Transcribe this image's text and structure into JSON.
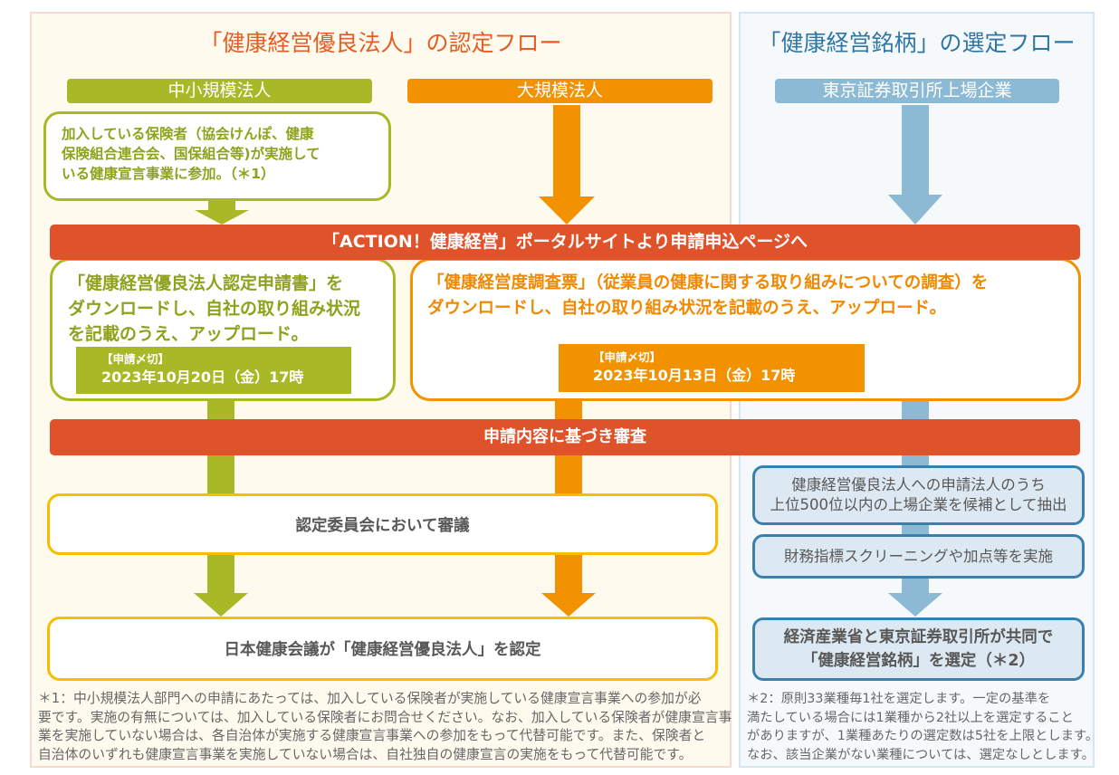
{
  "colors": {
    "green": "#a9b826",
    "green_text": "#8fa21c",
    "orange": "#f39200",
    "orange_text": "#f08800",
    "band_red": "#e0522a",
    "yellow_border": "#f7bd00",
    "blue": "#8cb9d4",
    "blue_border": "#3b80ad",
    "blue_fill": "#dde9f2",
    "blue_title": "#2e77a5",
    "left_title": "#e65c22"
  },
  "certification_flow": {
    "title": "「健康経営優良法人」の認定フロー",
    "sme": {
      "header": "中小規模法人",
      "step1_lines": [
        "加入している保険者（協会けんぽ、健康",
        "保険組合連合会、国保組合等)が実施して",
        "いる健康宣言事業に参加。（＊1）"
      ],
      "application_lines": [
        "「健康経営優良法人認定申請書」を",
        "ダウンロードし、自社の取り組み状況",
        "を記載のうえ、アップロード。"
      ],
      "deadline_label": "【申請〆切】",
      "deadline": "2023年10月20日（金）17時"
    },
    "large": {
      "header": "大規模法人",
      "application_lines": [
        "「健康経営度調査票」（従業員の健康に関する取り組みについての調査）を",
        "ダウンロードし、自社の取り組み状況を記載のうえ、アップロード。"
      ],
      "deadline_label": "【申請〆切】",
      "deadline": "2023年10月13日（金）17時"
    },
    "portal_banner": "「ACTION！健康経営」ポータルサイトより申請申込ページへ",
    "review_banner": "申請内容に基づき審査",
    "committee_step": "認定委員会において審議",
    "certification_step": "日本健康会議が「健康経営優良法人」を認定",
    "footnote_lines": [
      "＊1：中小規模法人部門への申請にあたっては、加入している保険者が実施している健康宣言事業への参加が必",
      "要です。実施の有無については、加入している保険者にお問合せください。なお、加入している保険者が健康宣言事",
      "業を実施していない場合は、各自治体が実施する健康宣言事業への参加をもって代替可能です。また、保険者と",
      "自治体のいずれも健康宣言事業を実施していない場合は、自社独自の健康宣言の実施をもって代替可能です。"
    ]
  },
  "selection_flow": {
    "title": "「健康経営銘柄」の選定フロー",
    "header": "東京証券取引所上場企業",
    "candidate_lines": [
      "健康経営優良法人への申請法人のうち",
      "上位500位以内の上場企業を候補として抽出"
    ],
    "screening": "財務指標スクリーニングや加点等を実施",
    "selection_lines": [
      "経済産業省と東京証券取引所が共同で",
      "「健康経営銘柄」を選定（＊2）"
    ],
    "footnote_lines": [
      "＊2：原則33業種毎1社を選定します。一定の基準を",
      "満たしている場合には1業種から2社以上を選定すること",
      "がありますが、1業種あたりの選定数は5社を上限とします。",
      "なお、該当企業がない業種については、選定なしとします。"
    ]
  }
}
